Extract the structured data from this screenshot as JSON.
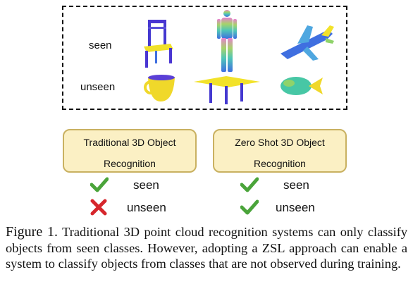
{
  "panel": {
    "row_labels": {
      "seen": "seen",
      "unseen": "unseen"
    },
    "seen_objects": [
      "chair",
      "person",
      "airplane"
    ],
    "unseen_objects": [
      "cup",
      "table",
      "fish"
    ]
  },
  "traditional": {
    "line1": "Traditional 3D Object",
    "line2": "Recognition",
    "seen_label": "seen",
    "seen_mark": "check-mark",
    "unseen_label": "unseen",
    "unseen_mark": "cross-mark"
  },
  "zero_shot": {
    "line1": "Zero Shot 3D Object",
    "line2": "Recognition",
    "seen_label": "seen",
    "seen_mark": "check-mark",
    "unseen_label": "unseen",
    "unseen_mark": "check-mark"
  },
  "caption": {
    "label": "Figure 1.",
    "text": "Traditional 3D point cloud recognition systems can only classify objects from seen classes. However, adopting a ZSL approach can enable a system to classify objects from classes that are not observed during training."
  },
  "colors": {
    "box_fill": "#fbf0c4",
    "box_border": "#c9b161",
    "check": "#4aa43a",
    "cross": "#d6262c"
  }
}
